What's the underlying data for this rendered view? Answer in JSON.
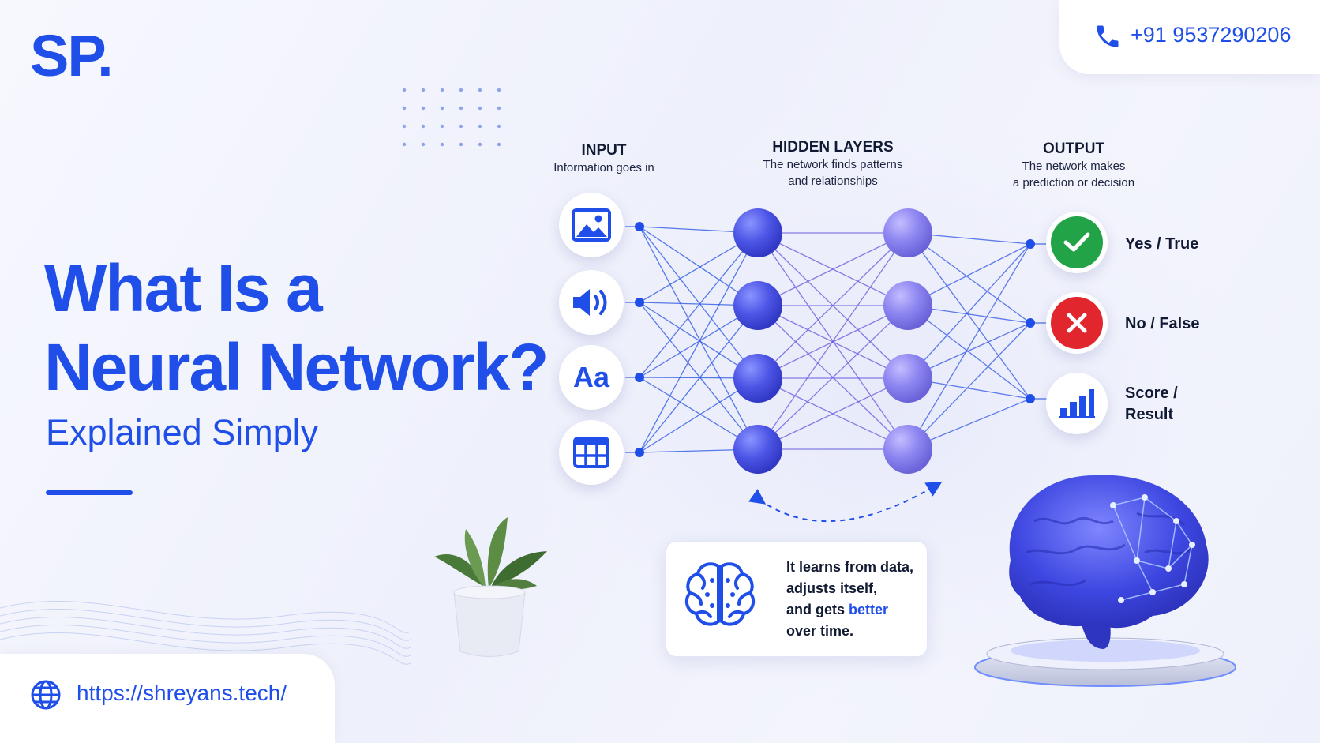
{
  "brand": {
    "logo": "SP.",
    "phone": "+91 9537290206",
    "url": "https://shreyans.tech/"
  },
  "heading": {
    "title_line1": "What Is a",
    "title_line2": "Neural Network?",
    "subtitle": "Explained Simply"
  },
  "columns": {
    "input": {
      "title": "INPUT",
      "desc": "Information goes in"
    },
    "hidden": {
      "title": "HIDDEN LAYERS",
      "desc_line1": "The network finds patterns",
      "desc_line2": "and relationships"
    },
    "output": {
      "title": "OUTPUT",
      "desc_line1": "The network makes",
      "desc_line2": "a prediction or decision"
    }
  },
  "inputs": [
    {
      "icon": "image-icon"
    },
    {
      "icon": "speaker-icon"
    },
    {
      "icon": "text-icon",
      "label": "Aa"
    },
    {
      "icon": "table-icon"
    }
  ],
  "outputs": [
    {
      "icon": "check-icon",
      "line1": "Yes / True",
      "line2": "",
      "color": "#22a347"
    },
    {
      "icon": "close-icon",
      "line1": "No / False",
      "line2": "",
      "color": "#e2262e"
    },
    {
      "icon": "bar-chart-icon",
      "line1": "Score /",
      "line2": "Result",
      "color": "#1f4ee8"
    }
  ],
  "info": {
    "line1": "It learns from data,",
    "line2": "adjusts itself,",
    "line3_prefix": "and gets ",
    "line3_highlight": "better",
    "line4": "over time."
  },
  "colors": {
    "accent": "#1f4ee8",
    "node_layer1": "#4d55e6",
    "node_layer2": "#8b84f0",
    "success": "#22a347",
    "error": "#e2262e"
  }
}
